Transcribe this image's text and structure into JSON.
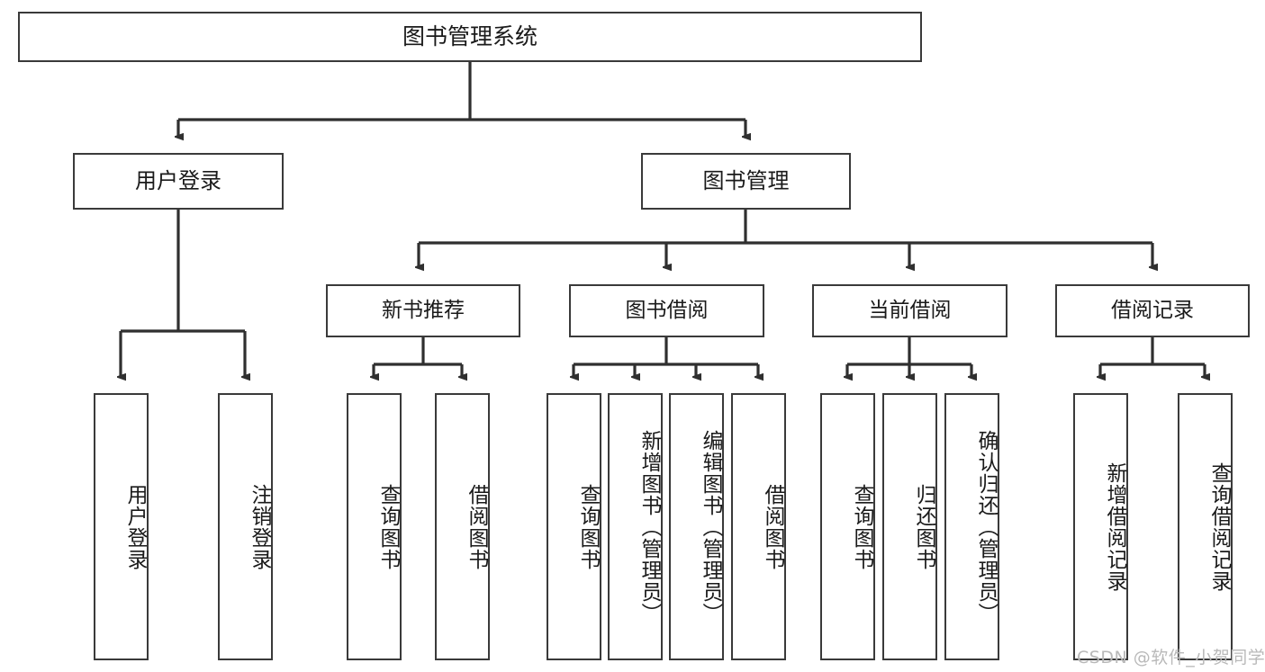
{
  "diagram": {
    "title": "图书管理系统",
    "type": "hierarchy-tree",
    "watermark": "CSDN @软件_小贺同学",
    "colors": {
      "box_border": "#3a3a3a",
      "box_fill": "#ffffff",
      "edge": "#2f2f2f",
      "text": "#1a1a1a",
      "watermark": "#b9b9b9",
      "background": "#ffffff"
    },
    "nodes": {
      "root": {
        "id": "root",
        "label": "图书管理系统",
        "level": 1
      },
      "level2": [
        {
          "id": "user-login",
          "label": "用户登录",
          "level": 2
        },
        {
          "id": "book-manage",
          "label": "图书管理",
          "level": 2
        }
      ],
      "level3": [
        {
          "id": "new-book-recommend",
          "label": "新书推荐",
          "level": 3,
          "parent": "book-manage"
        },
        {
          "id": "book-borrow",
          "label": "图书借阅",
          "level": 3,
          "parent": "book-manage"
        },
        {
          "id": "current-borrow",
          "label": "当前借阅",
          "level": 3,
          "parent": "book-manage"
        },
        {
          "id": "borrow-record",
          "label": "借阅记录",
          "level": 3,
          "parent": "book-manage"
        }
      ],
      "leaves": [
        {
          "id": "leaf-user-login",
          "label": "用户登录",
          "parent": "user-login"
        },
        {
          "id": "leaf-logout-login",
          "label": "注销登录",
          "parent": "user-login"
        },
        {
          "id": "leaf-query-book-1",
          "label": "查询图书",
          "parent": "new-book-recommend"
        },
        {
          "id": "leaf-borrow-book-1",
          "label": "借阅图书",
          "parent": "new-book-recommend"
        },
        {
          "id": "leaf-query-book-2",
          "label": "查询图书",
          "parent": "book-borrow"
        },
        {
          "id": "leaf-add-book",
          "label": "新增图书（管理员）",
          "parent": "book-borrow"
        },
        {
          "id": "leaf-edit-book",
          "label": "编辑图书（管理员）",
          "parent": "book-borrow"
        },
        {
          "id": "leaf-borrow-book-2",
          "label": "借阅图书",
          "parent": "book-borrow"
        },
        {
          "id": "leaf-query-book-3",
          "label": "查询图书",
          "parent": "current-borrow"
        },
        {
          "id": "leaf-return-book",
          "label": "归还图书",
          "parent": "current-borrow"
        },
        {
          "id": "leaf-confirm-return",
          "label": "确认归还（管理员）",
          "parent": "current-borrow"
        },
        {
          "id": "leaf-add-record",
          "label": "新增借阅记录",
          "parent": "borrow-record"
        },
        {
          "id": "leaf-query-record",
          "label": "查询借阅记录",
          "parent": "borrow-record"
        }
      ]
    }
  }
}
